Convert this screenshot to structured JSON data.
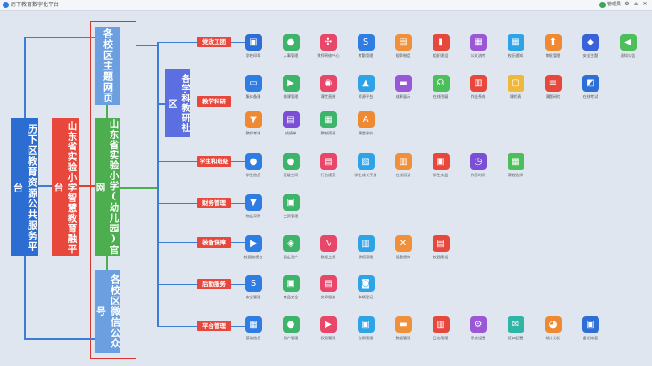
{
  "topbar": {
    "title": "历下教育数字化平台",
    "user": "管理员"
  },
  "boxes": {
    "portal": "历下区教育资源公共服务平台",
    "smart": "山东省实验小学智慧教育融平台",
    "official": "山东省实验小学(幼儿园)官网",
    "theme": "各校区主题网页",
    "wechat": "各校区微信公众号",
    "research": "各学科教研社区"
  },
  "sections": [
    {
      "cat": "党政工团",
      "apps": [
        {
          "label": "学校印章",
          "color": "#2d6fd6",
          "icon": "seal-icon",
          "glyph": "▣"
        },
        {
          "label": "人事管理",
          "color": "#3cb56a",
          "icon": "person-icon",
          "glyph": "●"
        },
        {
          "label": "教师研修中心",
          "color": "#e8476a",
          "icon": "network-icon",
          "glyph": "✣"
        },
        {
          "label": "考勤管理",
          "color": "#2f7de3",
          "icon": "s-icon",
          "glyph": "S"
        },
        {
          "label": "规章制度",
          "color": "#f0903b",
          "icon": "document-icon",
          "glyph": "▤"
        },
        {
          "label": "组织建设",
          "color": "#e8473c",
          "icon": "flag-icon",
          "glyph": "▮"
        },
        {
          "label": "公文流转",
          "color": "#9a57d6",
          "icon": "files-icon",
          "glyph": "▦"
        },
        {
          "label": "校历通知",
          "color": "#2fa3e8",
          "icon": "calendar-icon",
          "glyph": "▦"
        },
        {
          "label": "审批管理",
          "color": "#f08a32",
          "icon": "upload-icon",
          "glyph": "⬆"
        },
        {
          "label": "安全主题",
          "color": "#3a62d8",
          "icon": "shield-icon",
          "glyph": "◆"
        },
        {
          "label": "通知公告",
          "color": "#4cbf5a",
          "icon": "speaker-icon",
          "glyph": "◀"
        }
      ]
    },
    {
      "cat": "教学科研",
      "apps": [
        {
          "label": "集体备课",
          "color": "#2f7de3",
          "icon": "screen-icon",
          "glyph": "▭"
        },
        {
          "label": "微课管理",
          "color": "#3cb56a",
          "icon": "video-icon",
          "glyph": "▶"
        },
        {
          "label": "课堂直播",
          "color": "#e8476a",
          "icon": "camera-icon",
          "glyph": "◉"
        },
        {
          "label": "资源平台",
          "color": "#2fa3e8",
          "icon": "drop-icon",
          "glyph": "▲"
        },
        {
          "label": "成果展示",
          "color": "#9a57d6",
          "icon": "display-icon",
          "glyph": "▬"
        },
        {
          "label": "在线答疑",
          "color": "#4cbf5a",
          "icon": "headset-icon",
          "glyph": "☊"
        },
        {
          "label": "作业系统",
          "color": "#e8473c",
          "icon": "book-icon",
          "glyph": "▥"
        },
        {
          "label": "课程表",
          "color": "#f0b83b",
          "icon": "chat-icon",
          "glyph": "▢"
        },
        {
          "label": "课题研究",
          "color": "#e8473c",
          "icon": "list-icon",
          "glyph": "≡"
        },
        {
          "label": "在线考试",
          "color": "#2d6fd6",
          "icon": "cast-icon",
          "glyph": "◩"
        },
        {
          "label": "教师考评",
          "color": "#f08a32",
          "icon": "mortarboard-icon",
          "glyph": "▼"
        },
        {
          "label": "成绩单",
          "color": "#7a4fd6",
          "icon": "score-icon",
          "glyph": "▤"
        },
        {
          "label": "教材资源",
          "color": "#3cb56a",
          "icon": "folder-icon",
          "glyph": "▦"
        },
        {
          "label": "课堂评价",
          "color": "#f08a32",
          "icon": "text-icon",
          "glyph": "A"
        }
      ]
    },
    {
      "cat": "学生和班级",
      "apps": [
        {
          "label": "学生信息",
          "color": "#2f7de3",
          "icon": "student-icon",
          "glyph": "●"
        },
        {
          "label": "班级空间",
          "color": "#3cb56a",
          "icon": "group-icon",
          "glyph": "●"
        },
        {
          "label": "行为规范",
          "color": "#e8476a",
          "icon": "clipboard-icon",
          "glyph": "▤"
        },
        {
          "label": "学生成长手册",
          "color": "#2fa3e8",
          "icon": "picture-icon",
          "glyph": "▨"
        },
        {
          "label": "在线阅读",
          "color": "#f0903b",
          "icon": "open-book-icon",
          "glyph": "▥"
        },
        {
          "label": "学生作品",
          "color": "#e8473c",
          "icon": "gallery-icon",
          "glyph": "▣"
        },
        {
          "label": "作息时间",
          "color": "#7a4fd6",
          "icon": "clock-icon",
          "glyph": "◷"
        },
        {
          "label": "课程选择",
          "color": "#4cbf5a",
          "icon": "grid-icon",
          "glyph": "▦"
        }
      ]
    },
    {
      "cat": "财务管理",
      "apps": [
        {
          "label": "物品采购",
          "color": "#2f7de3",
          "icon": "cart-icon",
          "glyph": "▼"
        },
        {
          "label": "工资管理",
          "color": "#3cb56a",
          "icon": "wallet-icon",
          "glyph": "▣"
        }
      ]
    },
    {
      "cat": "装备保障",
      "apps": [
        {
          "label": "校园电视台",
          "color": "#2f7de3",
          "icon": "tv-icon",
          "glyph": "▶"
        },
        {
          "label": "固定资产",
          "color": "#3cb56a",
          "icon": "badge-icon",
          "glyph": "◈"
        },
        {
          "label": "数据上报",
          "color": "#e8476a",
          "icon": "trend-icon",
          "glyph": "∿"
        },
        {
          "label": "场馆管理",
          "color": "#2fa3e8",
          "icon": "building-icon",
          "glyph": "▥"
        },
        {
          "label": "设备报修",
          "color": "#f0903b",
          "icon": "tools-icon",
          "glyph": "✕"
        },
        {
          "label": "校园建设",
          "color": "#e8473c",
          "icon": "tower-icon",
          "glyph": "▤"
        }
      ]
    },
    {
      "cat": "后勤服务",
      "apps": [
        {
          "label": "安全管理",
          "color": "#2f7de3",
          "icon": "s-icon",
          "glyph": "S"
        },
        {
          "label": "食品安全",
          "color": "#3cb56a",
          "icon": "box-icon",
          "glyph": "▣"
        },
        {
          "label": "文印服务",
          "color": "#e8476a",
          "icon": "printer-icon",
          "glyph": "▤"
        },
        {
          "label": "车辆登记",
          "color": "#2fa3e8",
          "icon": "car-icon",
          "glyph": "◙"
        }
      ]
    },
    {
      "cat": "平台管理",
      "apps": [
        {
          "label": "基础信息",
          "color": "#2f7de3",
          "icon": "table-icon",
          "glyph": "▦"
        },
        {
          "label": "用户管理",
          "color": "#3cb56a",
          "icon": "users-icon",
          "glyph": "●"
        },
        {
          "label": "权限管理",
          "color": "#e8476a",
          "icon": "flag-icon",
          "glyph": "▶"
        },
        {
          "label": "应用管理",
          "color": "#2fa3e8",
          "icon": "panel-icon",
          "glyph": "▣"
        },
        {
          "label": "数据管理",
          "color": "#f0903b",
          "icon": "card-icon",
          "glyph": "▬"
        },
        {
          "label": "日志管理",
          "color": "#e8473c",
          "icon": "folder-icon",
          "glyph": "▥"
        },
        {
          "label": "系统设置",
          "color": "#9a57d6",
          "icon": "settings-icon",
          "glyph": "⚙"
        },
        {
          "label": "接口配置",
          "color": "#2fb5a6",
          "icon": "mail-icon",
          "glyph": "✉"
        },
        {
          "label": "统计分析",
          "color": "#f08a32",
          "icon": "pie-icon",
          "glyph": "◕"
        },
        {
          "label": "备份恢复",
          "color": "#2d6fd6",
          "icon": "inbox-icon",
          "glyph": "▣"
        }
      ]
    }
  ]
}
